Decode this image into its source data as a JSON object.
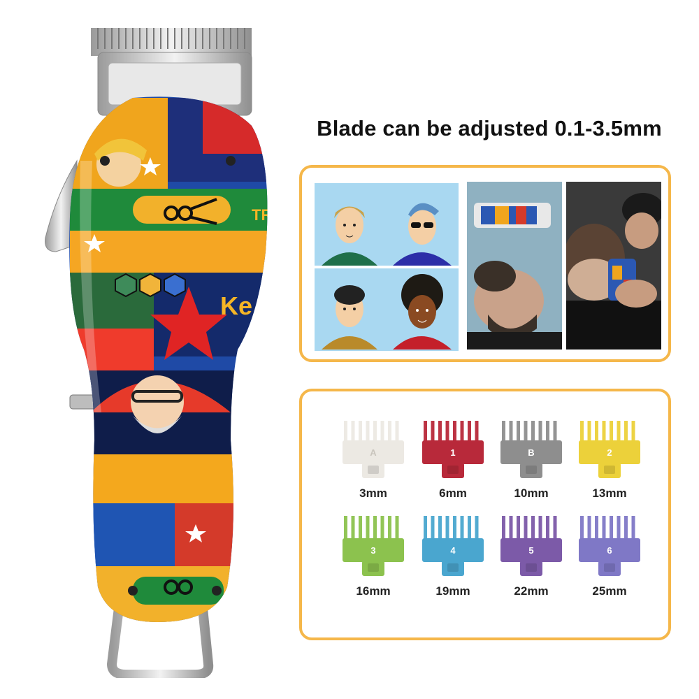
{
  "headline": "Blade can be adjusted 0.1-3.5mm",
  "brand_fragment": "Ke",
  "brand_fragment_top": "TR",
  "colors": {
    "panel_border": "#f5b74a",
    "text": "#111111"
  },
  "guards": [
    {
      "mark": "A",
      "label": "3mm",
      "color": "#ece9e3",
      "mark_color": "#c9c5bd"
    },
    {
      "mark": "1",
      "label": "6mm",
      "color": "#b8293a",
      "mark_color": "#ffffff"
    },
    {
      "mark": "B",
      "label": "10mm",
      "color": "#8e8e8e",
      "mark_color": "#ffffff"
    },
    {
      "mark": "2",
      "label": "13mm",
      "color": "#ecd13a",
      "mark_color": "#ffffff"
    },
    {
      "mark": "3",
      "label": "16mm",
      "color": "#8cc24e",
      "mark_color": "#ffffff"
    },
    {
      "mark": "4",
      "label": "19mm",
      "color": "#4aa6cf",
      "mark_color": "#ffffff"
    },
    {
      "mark": "5",
      "label": "22mm",
      "color": "#7c5aa8",
      "mark_color": "#ffffff"
    },
    {
      "mark": "6",
      "label": "25mm",
      "color": "#7f78c6",
      "mark_color": "#ffffff"
    }
  ]
}
